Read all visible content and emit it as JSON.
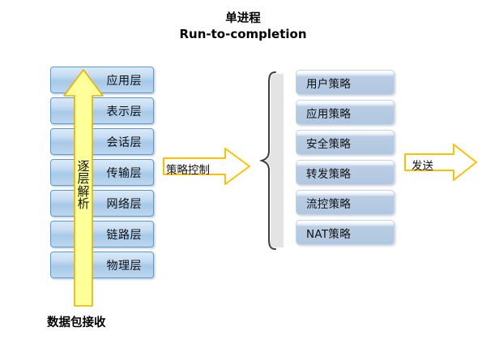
{
  "title": {
    "line_cn": "单进程",
    "line_en": "Run-to-completion"
  },
  "osi_stack": {
    "name": "osi-layer-stack",
    "layers": [
      {
        "label": "应用层"
      },
      {
        "label": "表示层"
      },
      {
        "label": "会话层"
      },
      {
        "label": "传输层"
      },
      {
        "label": "网络层"
      },
      {
        "label": "链路层"
      },
      {
        "label": "物理层"
      }
    ]
  },
  "up_arrow": {
    "label_chars": [
      "逐",
      "层",
      "解",
      "析"
    ],
    "label": "逐层解析",
    "fill_color": "#ffff99",
    "border_color": "#e8b000"
  },
  "bottom_label": {
    "text": "数据包接收"
  },
  "policy_arrow": {
    "label": "策略控制",
    "fill_color": "#ffffff",
    "border_color": "#ffc000"
  },
  "send_arrow": {
    "label": "发送",
    "fill_color": "#ffffff",
    "border_color": "#ffc000"
  },
  "brace": {
    "name": "curly-brace",
    "color": "#3b3b3b",
    "shadow_color": "#e3e3e3"
  },
  "policy_stack": {
    "name": "policy-stack",
    "items": [
      {
        "label": "用户策略"
      },
      {
        "label": "应用策略"
      },
      {
        "label": "安全策略"
      },
      {
        "label": "转发策略"
      },
      {
        "label": "流控策略"
      },
      {
        "label": "NAT策略"
      }
    ]
  },
  "colors": {
    "layer_blue": "#b8cce4",
    "layer_border": "#5b9bd5",
    "policy_blue": "#b1c7e0",
    "arrow_yellow": "#ffc000",
    "arrow_yellow_fill": "#ffff99",
    "background": "#ffffff"
  }
}
